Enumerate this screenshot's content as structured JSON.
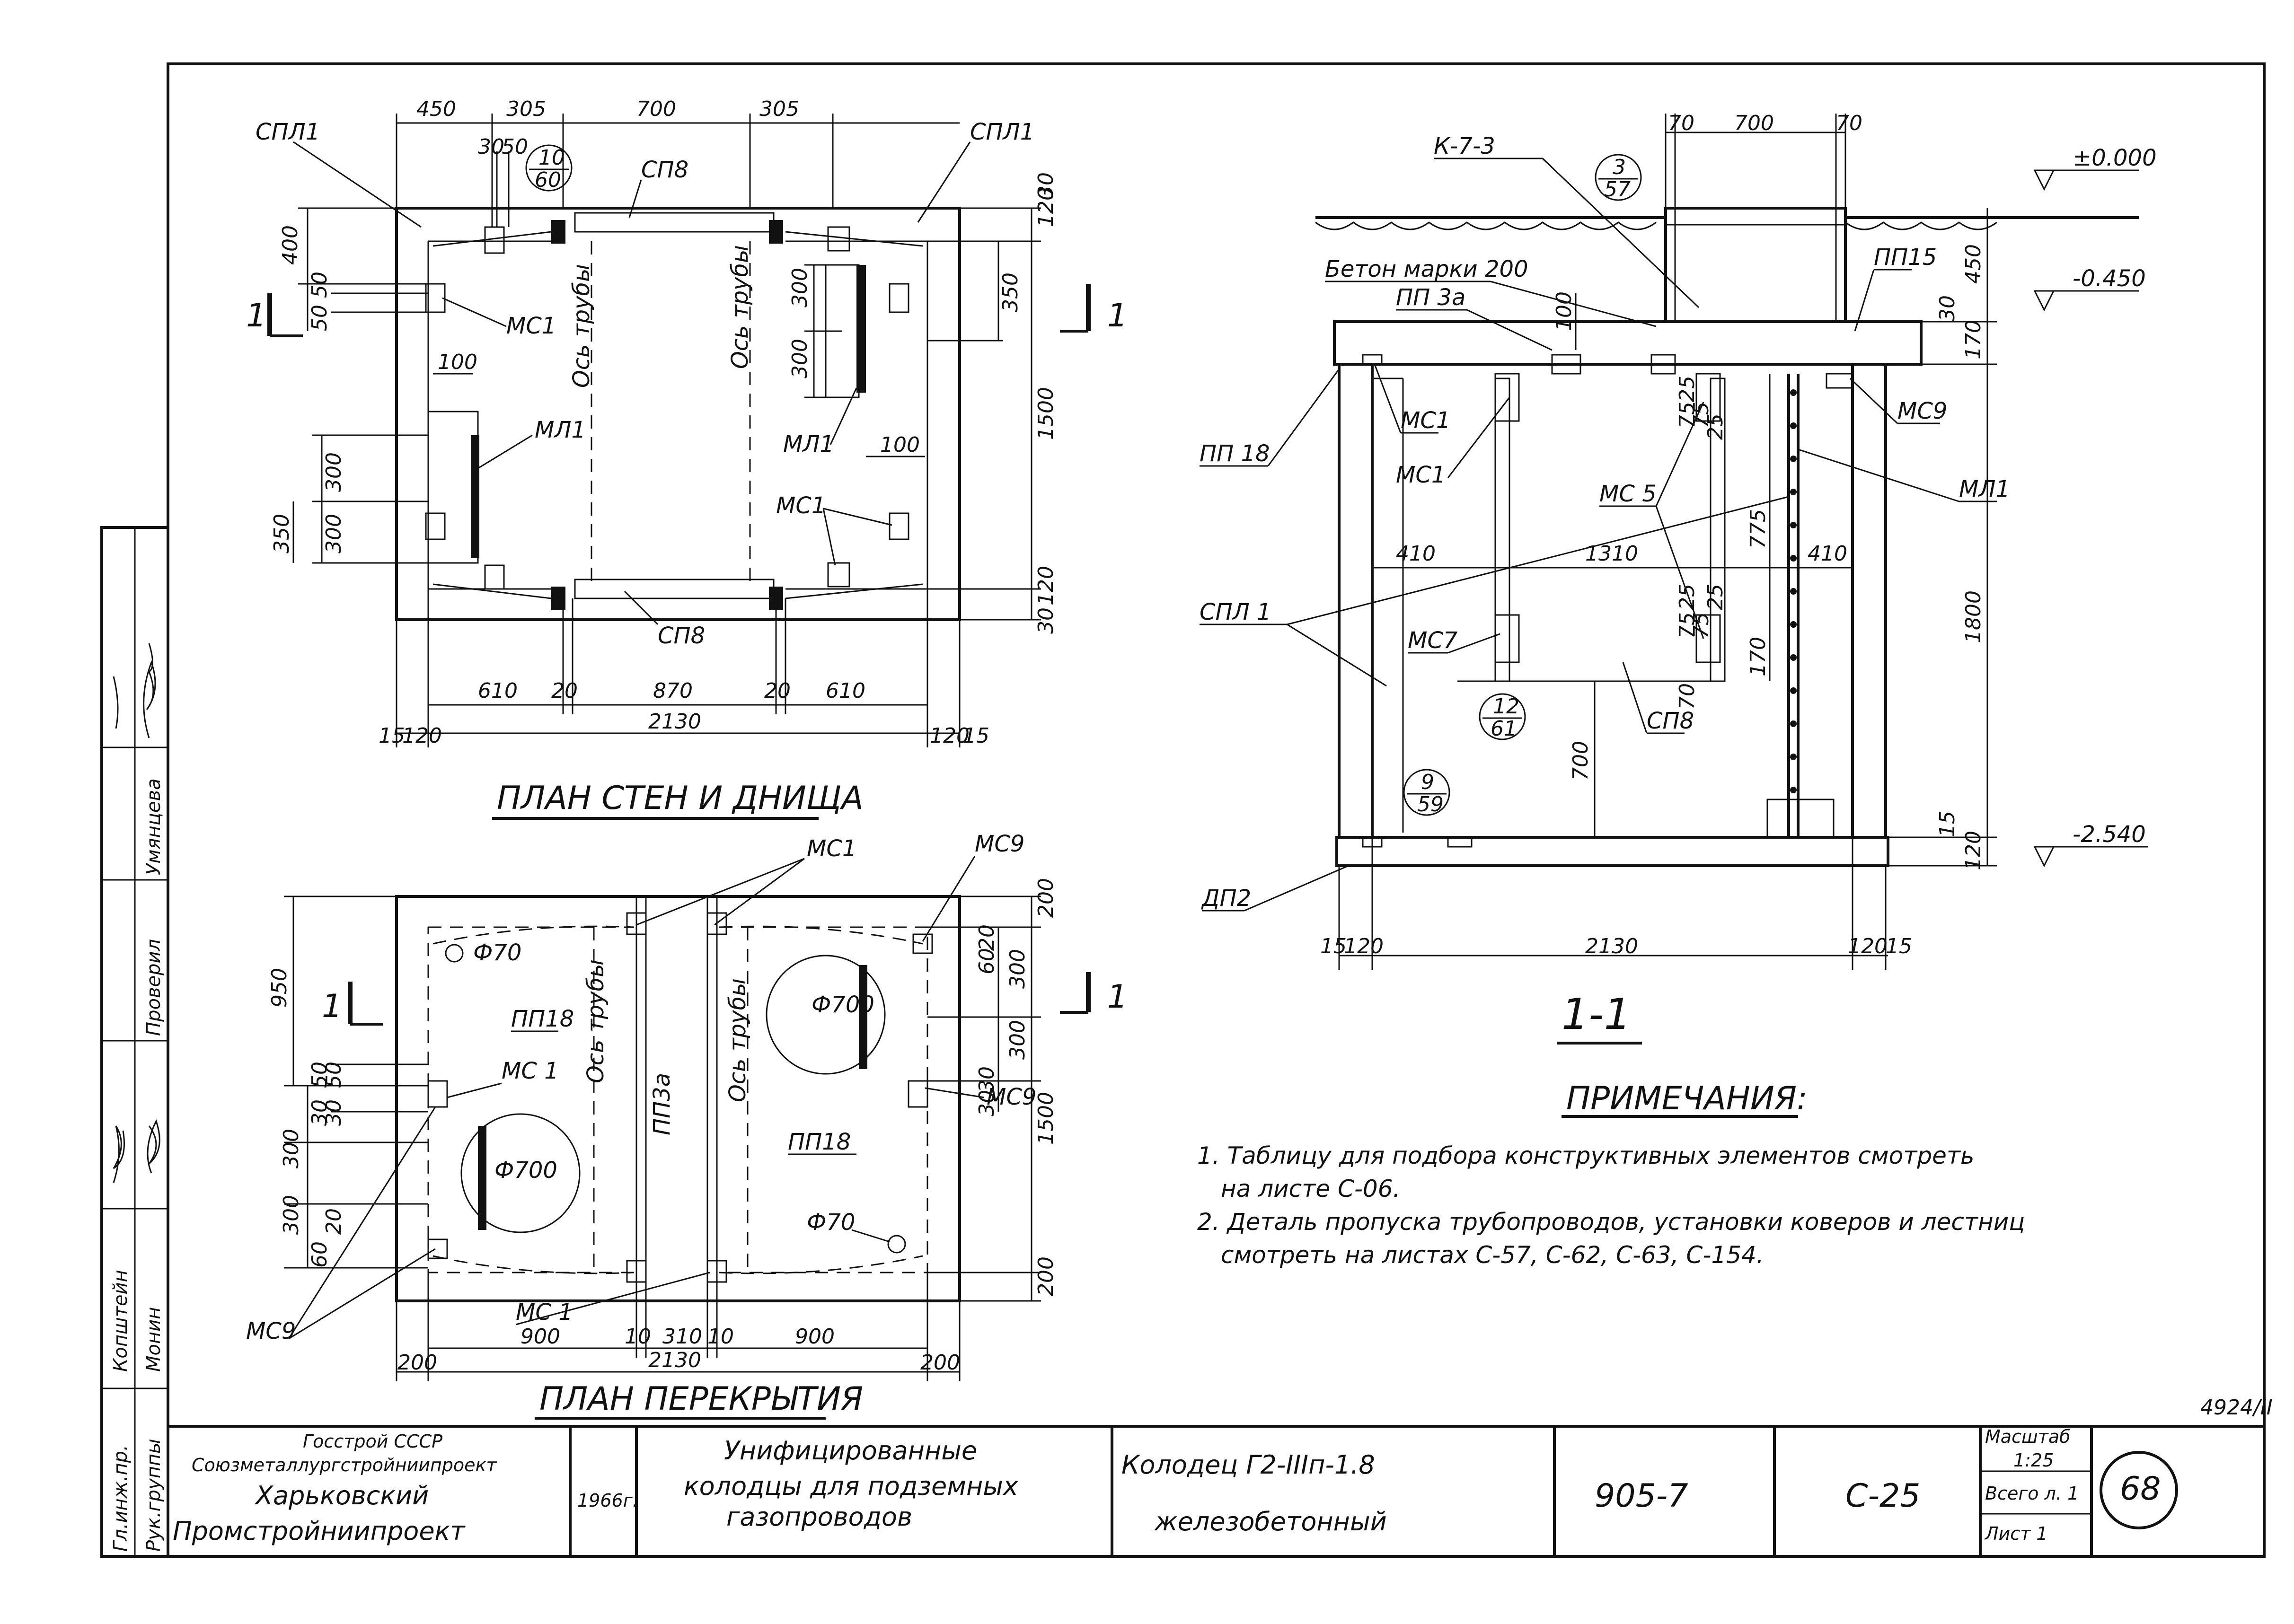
{
  "sheet": {
    "corner_code": "4924/II",
    "sheet_number": "68"
  },
  "plan_walls": {
    "title": "ПЛАН СТЕН И ДНИЩА",
    "top_dims": [
      "450",
      "305",
      "700",
      "305"
    ],
    "sub_dims": [
      "30",
      "50"
    ],
    "circle_ref": {
      "top": "10",
      "bottom": "60"
    },
    "labels": {
      "spl1_left": "СПЛ1",
      "spl1_right": "СПЛ1",
      "sp8_top": "СП8",
      "sp8_bottom": "СП8",
      "mc1_a": "МС1",
      "ml1_left": "МЛ1",
      "ml1_right": "МЛ1",
      "mc1_b": "МС1",
      "axis_pipe_1": "Ось трубы",
      "axis_pipe_2": "Ось трубы"
    },
    "left_dims": [
      "400",
      "50",
      "50",
      "100",
      "300",
      "350",
      "300"
    ],
    "right_dims": [
      "120",
      "30",
      "350",
      "1500",
      "120",
      "30"
    ],
    "inner_dims": [
      "300",
      "300",
      "100"
    ],
    "bottom_dims": [
      "610",
      "20",
      "870",
      "20",
      "610"
    ],
    "bottom_total": "2130",
    "bottom_edges": [
      "15",
      "120",
      "120",
      "15"
    ],
    "section_mark": "1"
  },
  "plan_cover": {
    "title": "ПЛАН ПЕРЕКРЫТИЯ",
    "labels": {
      "mc1_top": "МС1",
      "mc9_top": "МС9",
      "phi70_a": "Ф70",
      "pp18_a": "ПП18",
      "mc1_left": "МС 1",
      "phi700_a": "Ф700",
      "phi700_b": "Ф700",
      "pp3a": "ПП3а",
      "pp18_b": "ПП18",
      "mc9_right": "МС9",
      "phi70_b": "Ф70",
      "mc9_bottom": "МС9",
      "mc1_bottom": "МС 1",
      "axis_pipe_1": "Ось трубы",
      "axis_pipe_2": "Ось трубы"
    },
    "left_dims": [
      "950",
      "50",
      "50",
      "30",
      "30",
      "300",
      "300",
      "20",
      "60"
    ],
    "right_dims": [
      "200",
      "20",
      "60",
      "300",
      "300",
      "30",
      "30",
      "1500",
      "200"
    ],
    "bottom_dims": [
      "900",
      "10",
      "310",
      "10",
      "900"
    ],
    "bottom_total": "2130",
    "bottom_edges": [
      "200",
      "200"
    ],
    "section_mark": "1"
  },
  "section": {
    "title": "1-1",
    "top_dims": [
      "70",
      "700",
      "70"
    ],
    "circle_ref_a": {
      "top": "3",
      "bottom": "57"
    },
    "circle_ref_b": {
      "top": "12",
      "bottom": "61"
    },
    "circle_ref_c": {
      "top": "9",
      "bottom": "59"
    },
    "labels": {
      "k73": "К-7-3",
      "concrete": "Бетон марки 200",
      "pp3a": "ПП 3а",
      "pp15": "ПП15",
      "mc1_a": "МС1",
      "mc1_b": "МС1",
      "mc9": "МС9",
      "pp18": "ПП 18",
      "mc5": "МС 5",
      "ml1": "МЛ1",
      "spl1": "СПЛ 1",
      "mc7": "МС7",
      "sp8": "СП8",
      "dp2": "ДП2"
    },
    "levels": [
      "±0.000",
      "-0.450",
      "-2.540"
    ],
    "right_dims": [
      "450",
      "30",
      "170",
      "1800",
      "15",
      "120"
    ],
    "inner_dims": [
      "100",
      "25",
      "75",
      "75",
      "25",
      "775",
      "410",
      "1310",
      "410",
      "25",
      "75",
      "75",
      "25",
      "170",
      "70",
      "700"
    ],
    "bottom_dims": [
      "15",
      "120",
      "2130",
      "120",
      "15"
    ]
  },
  "notes": {
    "title": "ПРИМЕЧАНИЯ:",
    "items": [
      "1. Таблицу для подбора конструктивных элементов смотреть",
      "на листе С-06.",
      "2. Деталь пропуска трубопроводов, установки коверов и лестниц",
      "смотреть на листах С-57, С-62, С-63, С-154."
    ]
  },
  "stamp": {
    "org_line1": "Госстрой СССР",
    "org_line2": "Союзметаллургстройниипроект",
    "org_line3": "Харьковский",
    "org_line4": "Промстройниипроект",
    "year": "1966г.",
    "project_line1": "Унифицированные",
    "project_line2": "колодцы для подземных",
    "project_line3": "газопроводов",
    "drawing_line1": "Колодец Г2-IIIп-1.8",
    "drawing_line2": "железобетонный",
    "series": "905-7",
    "sheet_code": "С-25",
    "scale_label": "Масштаб",
    "scale_value": "1:25",
    "total_label": "Всего л. 1",
    "sheet_label": "Лист 1",
    "side_roles": [
      "Гл.инж.пр.",
      "Рук.группы",
      "Копштейн",
      "Монин",
      "Проверил",
      "Умянцева"
    ],
    "side_signs": [
      "Копштейн",
      "Монин"
    ]
  }
}
